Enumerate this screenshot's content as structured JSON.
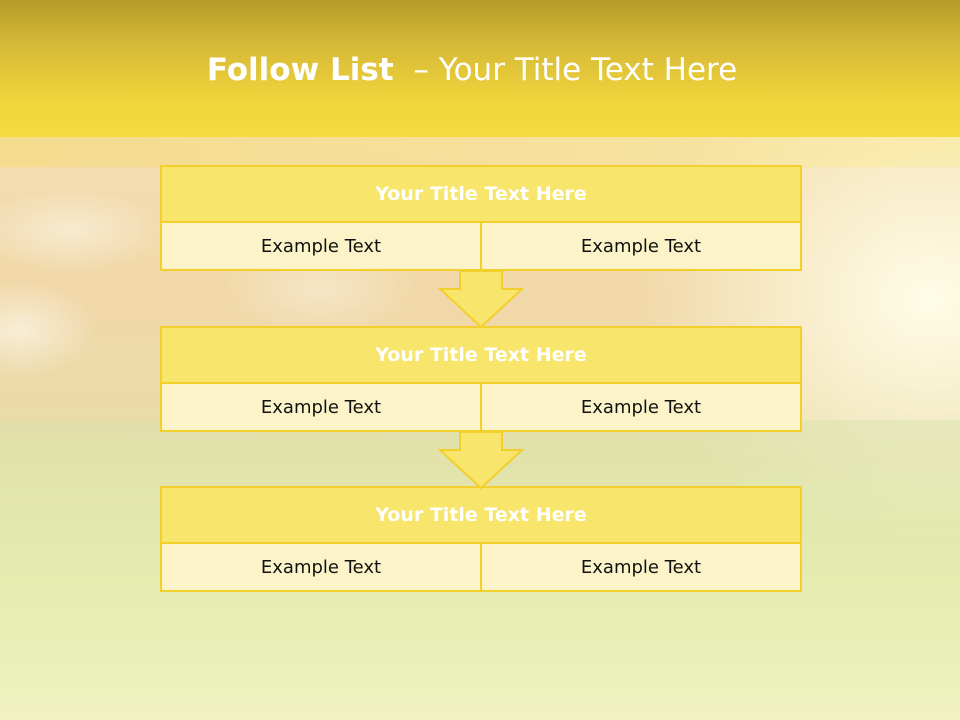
{
  "slide": {
    "title_bold": "Follow List",
    "title_rest": "– Your Title Text Here",
    "colors": {
      "header_top": "#b49a2a",
      "header_bottom": "#f6db3d",
      "box_title_fill": "#f8e56c",
      "box_cell_fill": "#fcf4c8",
      "box_border": "#f3cf2b",
      "arrow_fill": "#f8e56c"
    },
    "blocks": [
      {
        "title": "Your Title Text Here",
        "left_text": "Example Text",
        "right_text": "Example Text"
      },
      {
        "title": "Your Title Text Here",
        "left_text": "Example Text",
        "right_text": "Example Text"
      },
      {
        "title": "Your Title Text Here",
        "left_text": "Example Text",
        "right_text": "Example Text"
      }
    ],
    "arrows": [
      {
        "icon": "down-arrow-icon"
      },
      {
        "icon": "down-arrow-icon"
      }
    ]
  }
}
